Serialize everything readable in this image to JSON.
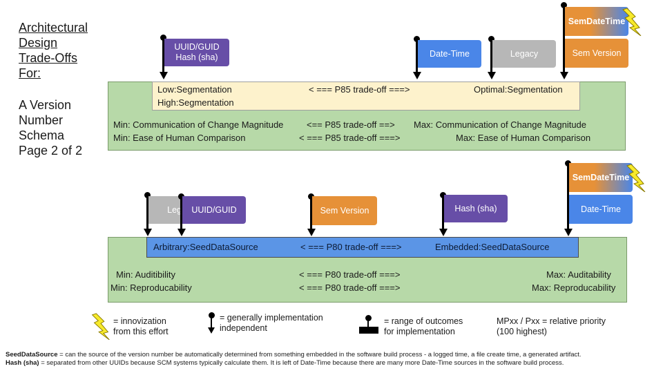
{
  "title": {
    "lines": [
      "Architectural",
      "Design",
      "Trade-Offs",
      "For:"
    ]
  },
  "subtitle": "A Version\nNumber\nSchema\nPage 2 of 2",
  "top": {
    "band": {
      "left": "Low:Segmentation",
      "left2": "High:Segmentation",
      "center": "< === P85 trade-off ===>",
      "right": "Optimal:Segmentation"
    },
    "row1": {
      "left": "Min: Communication of Change Magnitude",
      "center": "<== P85  trade-off ==>",
      "right": "Max: Communication of Change Magnitude"
    },
    "row2": {
      "left": "Min: Ease of Human Comparison",
      "center": "< === P85 trade-off ===>",
      "right": "Max: Ease of Human Comparison"
    },
    "flags": {
      "uuid": "UUID/GUID\nHash (sha)",
      "datetime": "Date-Time",
      "legacy": "Legacy",
      "semdatetime": "SemDateTime",
      "semversion": "Sem Version"
    }
  },
  "bottom": {
    "band": {
      "left": "Arbitrary:SeedDataSource",
      "center": "< === P80 trade-off ===>",
      "right": "Embedded:SeedDataSource"
    },
    "row1": {
      "left": "Min: Auditibility",
      "center": "< === P80 trade-off ===>",
      "right": "Max: Auditability"
    },
    "row2": {
      "left": "Min: Reproducability",
      "center": "< === P80 trade-off ===>",
      "right": "Max: Reproducability"
    },
    "flags": {
      "legacy": "Leg",
      "uuid": "UUID/GUID",
      "semversion": "Sem Version",
      "hash": "Hash (sha)",
      "semdatetime": "SemDateTime",
      "datetime": "Date-Time"
    }
  },
  "legend": {
    "innovation": "= innovization\n   from this effort",
    "independent": "= generally implementation\n   independent",
    "range": "= range of outcomes\n   for implementation",
    "priority": "MPxx / Pxx = relative priority\n          (100 highest)"
  },
  "footnotes": {
    "seed_term": "SeedDataSource",
    "seed_text": " = can the source of the version number be automatically determined from something embedded in the software build process - a logged time, a file create time, a generated artifact.",
    "hash_term": "Hash (sha)",
    "hash_text": " = separated from other UUIDs because SCM systems typically calculate them. It is left of Date-Time because there are many more Date-Time sources in the software build process."
  },
  "colors": {
    "green": "#b7d9a8",
    "yellow": "#fdf2cc",
    "blue": "#4a86e8",
    "purple": "#674ea7",
    "orange": "#e69138",
    "gray": "#b7b7b7",
    "lightning": "#f7ea2b"
  }
}
